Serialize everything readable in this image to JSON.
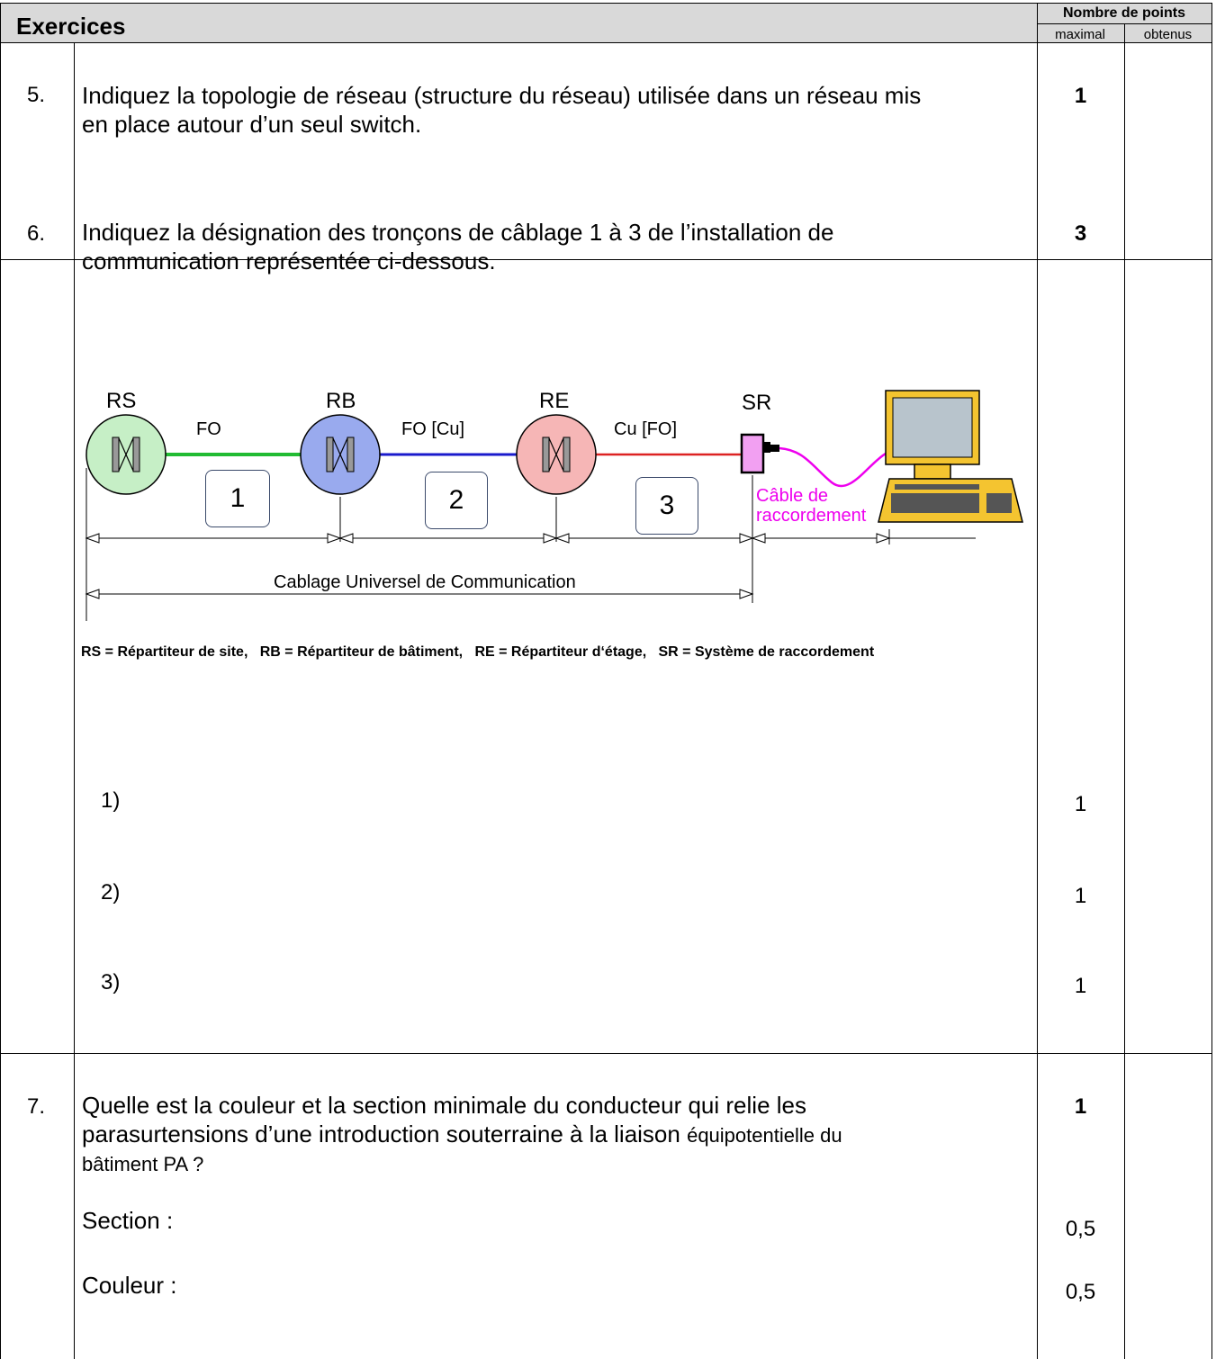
{
  "header": {
    "title": "Exercices",
    "points_title": "Nombre de points",
    "col_max": "maximal",
    "col_obt": "obtenus"
  },
  "q5": {
    "number": "5.",
    "text_line1": "Indiquez la topologie de réseau (structure du réseau) utilisée dans un réseau mis",
    "text_line2": "en place autour d’un seul switch.",
    "points": "1"
  },
  "q6": {
    "number": "6.",
    "text_line1": "Indiquez la désignation des tronçons de câblage 1 à 3 de l’installation de",
    "text_line2": "communication représentée ci-dessous.",
    "points": "3",
    "diagram": {
      "nodes": [
        {
          "label": "RS",
          "color": "#c6efc6"
        },
        {
          "label": "RB",
          "color": "#99aaee"
        },
        {
          "label": "RE",
          "color": "#f6b6b6"
        },
        {
          "label": "SR",
          "color": "#f2a0f2"
        }
      ],
      "links": [
        {
          "label": "FO",
          "color": "#22bb33"
        },
        {
          "label": "FO [Cu]",
          "color": "#1a1acc"
        },
        {
          "label": "Cu [FO]",
          "color": "#dd2222"
        }
      ],
      "segments": [
        "1",
        "2",
        "3"
      ],
      "patch_cable_line1": "Câble de",
      "patch_cable_line2": "raccordement",
      "patch_cable_color": "#ee00ee",
      "span_label": "Cablage Universel de Communication"
    },
    "legend": "RS = Répartiteur de site,   RB = Répartiteur de bâtiment,   RE = Répartiteur d‘étage,   SR = Système de raccordement",
    "answers": [
      {
        "label": "1)",
        "points": "1"
      },
      {
        "label": "2)",
        "points": "1"
      },
      {
        "label": "3)",
        "points": "1"
      }
    ]
  },
  "q7": {
    "number": "7.",
    "text_line1": "Quelle est la couleur et la section minimale du conducteur qui relie les",
    "text_line2a": "parasurtensions d’une introduction souterraine à la liaison ",
    "text_line2b": "équipotentielle du",
    "text_line3": "bâtiment PA ?",
    "points": "1",
    "section_label": "Section :",
    "section_points": "0,5",
    "color_label": "Couleur :",
    "color_points": "0,5"
  }
}
